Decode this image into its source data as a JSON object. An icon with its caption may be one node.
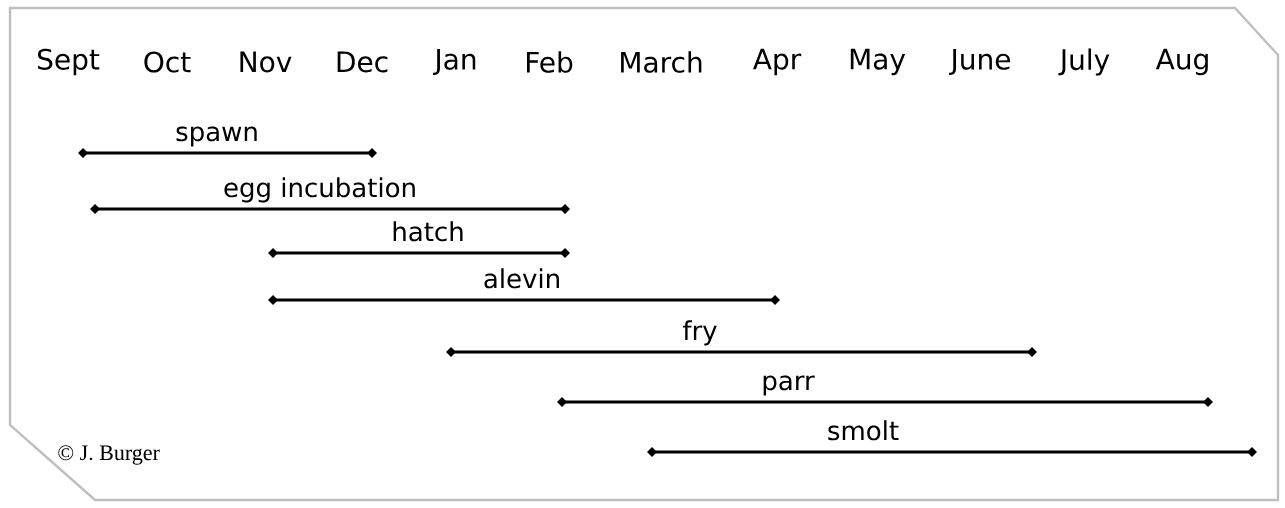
{
  "diagram": {
    "nodes": [
      {
        "text": [
          "spawn"
        ]
      },
      {
        "text": [
          "egg incubation"
        ]
      },
      {
        "text": [
          "hatch"
        ]
      },
      {
        "text": [
          "alevin"
        ]
      },
      {
        "text": [
          "fry"
        ]
      },
      {
        "text": [
          "parr"
        ]
      },
      {
        "text": [
          "smolt"
        ]
      }
    ],
    "labels": [
      "Sept",
      "Oct",
      "Nov",
      "Dec",
      "Jan",
      "Feb",
      "March",
      "Apr",
      "May",
      "June",
      "July",
      "Aug",
      "© J. Burger"
    ]
  }
}
